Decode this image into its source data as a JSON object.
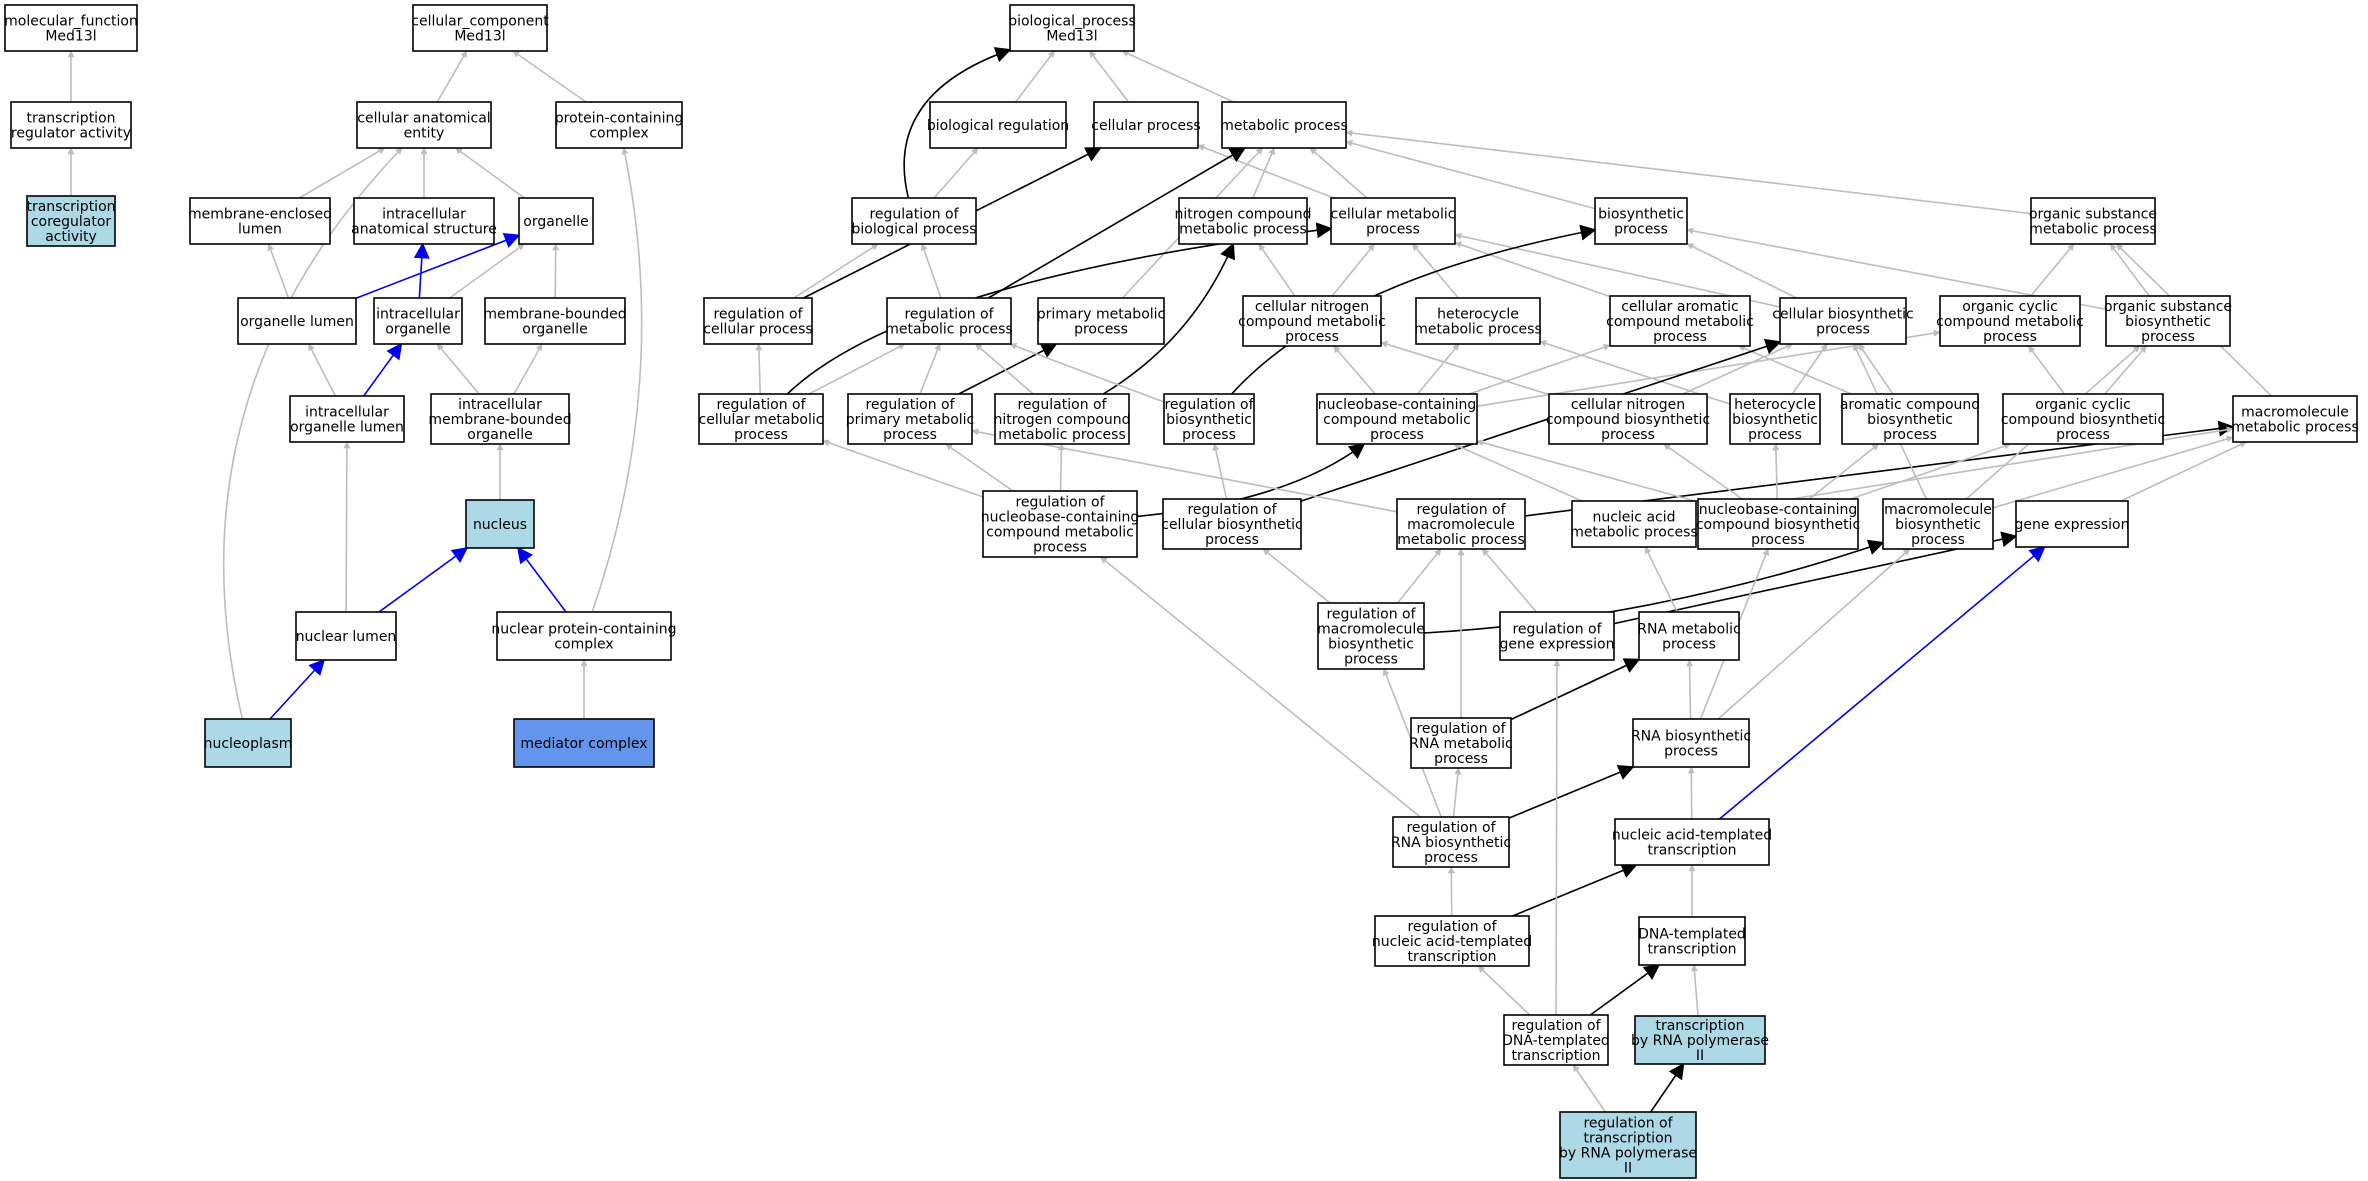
{
  "colors": {
    "node_default": "#ffffff",
    "node_light": "#add8e6",
    "node_dark": "#6495ed",
    "edge_grey": "#bdbdbd",
    "edge_black": "#000000",
    "edge_blue": "#0000ee"
  },
  "nodes": {
    "mf_root": {
      "lines": [
        "molecular_function",
        "Med13l"
      ]
    },
    "tr_reg_act": {
      "lines": [
        "transcription",
        "regulator activity"
      ]
    },
    "tr_coreg_act": {
      "lines": [
        "transcription",
        "coregulator",
        "activity"
      ]
    },
    "cc_root": {
      "lines": [
        "cellular_component",
        "Med13l"
      ]
    },
    "cell_anat": {
      "lines": [
        "cellular anatomical",
        "entity"
      ]
    },
    "prot_cont": {
      "lines": [
        "protein-containing",
        "complex"
      ]
    },
    "mem_lumen": {
      "lines": [
        "membrane-enclosed",
        "lumen"
      ]
    },
    "ic_anat": {
      "lines": [
        "intracellular",
        "anatomical structure"
      ]
    },
    "organelle": {
      "lines": [
        "organelle"
      ]
    },
    "org_lumen": {
      "lines": [
        "organelle lumen"
      ]
    },
    "ic_organelle": {
      "lines": [
        "intracellular",
        "organelle"
      ]
    },
    "mem_bound_org": {
      "lines": [
        "membrane-bounded",
        "organelle"
      ]
    },
    "ic_org_lumen": {
      "lines": [
        "intracellular",
        "organelle lumen"
      ]
    },
    "ic_mem_bound_org": {
      "lines": [
        "intracellular",
        "membrane-bounded",
        "organelle"
      ]
    },
    "nucleus": {
      "lines": [
        "nucleus"
      ]
    },
    "nuc_lumen": {
      "lines": [
        "nuclear lumen"
      ]
    },
    "nuc_prot_cont": {
      "lines": [
        "nuclear protein-containing",
        "complex"
      ]
    },
    "nucleoplasm": {
      "lines": [
        "nucleoplasm"
      ]
    },
    "mediator": {
      "lines": [
        "mediator complex"
      ]
    },
    "bp_root": {
      "lines": [
        "biological_process",
        "Med13l"
      ]
    },
    "bio_reg": {
      "lines": [
        "biological regulation"
      ]
    },
    "cell_proc": {
      "lines": [
        "cellular process"
      ]
    },
    "metab_proc": {
      "lines": [
        "metabolic process"
      ]
    },
    "reg_bio_proc": {
      "lines": [
        "regulation of",
        "biological process"
      ]
    },
    "nitro_cmp_metab": {
      "lines": [
        "nitrogen compound",
        "metabolic process"
      ]
    },
    "cell_metab": {
      "lines": [
        "cellular metabolic",
        "process"
      ]
    },
    "biosynth": {
      "lines": [
        "biosynthetic",
        "process"
      ]
    },
    "org_sub_metab": {
      "lines": [
        "organic substance",
        "metabolic process"
      ]
    },
    "reg_cell_proc": {
      "lines": [
        "regulation of",
        "cellular process"
      ]
    },
    "reg_metab_proc": {
      "lines": [
        "regulation of",
        "metabolic process"
      ]
    },
    "prim_metab": {
      "lines": [
        "primary metabolic",
        "process"
      ]
    },
    "cell_nitro_metab": {
      "lines": [
        "cellular nitrogen",
        "compound metabolic",
        "process"
      ]
    },
    "hetero_metab": {
      "lines": [
        "heterocycle",
        "metabolic process"
      ]
    },
    "cell_arom_metab": {
      "lines": [
        "cellular aromatic",
        "compound metabolic",
        "process"
      ]
    },
    "cell_biosynth": {
      "lines": [
        "cellular biosynthetic",
        "process"
      ]
    },
    "org_cyc_metab": {
      "lines": [
        "organic cyclic",
        "compound metabolic",
        "process"
      ]
    },
    "org_sub_biosynth": {
      "lines": [
        "organic substance",
        "biosynthetic",
        "process"
      ]
    },
    "reg_cell_metab": {
      "lines": [
        "regulation of",
        "cellular metabolic",
        "process"
      ]
    },
    "reg_prim_metab": {
      "lines": [
        "regulation of",
        "primary metabolic",
        "process"
      ]
    },
    "reg_nitro_metab": {
      "lines": [
        "regulation of",
        "nitrogen compound",
        "metabolic process"
      ]
    },
    "reg_biosynth": {
      "lines": [
        "regulation of",
        "biosynthetic",
        "process"
      ]
    },
    "nb_metab": {
      "lines": [
        "nucleobase-containing",
        "compound metabolic",
        "process"
      ]
    },
    "cell_nitro_biosynth": {
      "lines": [
        "cellular nitrogen",
        "compound biosynthetic",
        "process"
      ]
    },
    "hetero_biosynth": {
      "lines": [
        "heterocycle",
        "biosynthetic",
        "process"
      ]
    },
    "arom_biosynth": {
      "lines": [
        "aromatic compound",
        "biosynthetic",
        "process"
      ]
    },
    "org_cyc_biosynth": {
      "lines": [
        "organic cyclic",
        "compound biosynthetic",
        "process"
      ]
    },
    "macro_metab": {
      "lines": [
        "macromolecule",
        "metabolic process"
      ]
    },
    "reg_nb_metab": {
      "lines": [
        "regulation of",
        "nucleobase-containing",
        "compound metabolic",
        "process"
      ]
    },
    "reg_cell_biosynth": {
      "lines": [
        "regulation of",
        "cellular biosynthetic",
        "process"
      ]
    },
    "reg_macro_metab": {
      "lines": [
        "regulation of",
        "macromolecule",
        "metabolic process"
      ]
    },
    "na_metab": {
      "lines": [
        "nucleic acid",
        "metabolic process"
      ]
    },
    "nb_biosynth": {
      "lines": [
        "nucleobase-containing",
        "compound biosynthetic",
        "process"
      ]
    },
    "macro_biosynth": {
      "lines": [
        "macromolecule",
        "biosynthetic",
        "process"
      ]
    },
    "gene_expr": {
      "lines": [
        "gene expression"
      ]
    },
    "reg_macro_biosynth": {
      "lines": [
        "regulation of",
        "macromolecule",
        "biosynthetic",
        "process"
      ]
    },
    "reg_gene_expr": {
      "lines": [
        "regulation of",
        "gene expression"
      ]
    },
    "rna_metab": {
      "lines": [
        "RNA metabolic",
        "process"
      ]
    },
    "reg_rna_metab": {
      "lines": [
        "regulation of",
        "RNA metabolic",
        "process"
      ]
    },
    "rna_biosynth": {
      "lines": [
        "RNA biosynthetic",
        "process"
      ]
    },
    "reg_rna_biosynth": {
      "lines": [
        "regulation of",
        "RNA biosynthetic",
        "process"
      ]
    },
    "na_templ_tx": {
      "lines": [
        "nucleic acid-templated",
        "transcription"
      ]
    },
    "reg_na_templ_tx": {
      "lines": [
        "regulation of",
        "nucleic acid-templated",
        "transcription"
      ]
    },
    "dna_templ_tx": {
      "lines": [
        "DNA-templated",
        "transcription"
      ]
    },
    "reg_dna_templ_tx": {
      "lines": [
        "regulation of",
        "DNA-templated",
        "transcription"
      ]
    },
    "tx_rnap2": {
      "lines": [
        "transcription",
        "by RNA polymerase",
        "II"
      ]
    },
    "reg_tx_rnap2": {
      "lines": [
        "regulation of",
        "transcription",
        "by RNA polymerase",
        "II"
      ]
    }
  }
}
